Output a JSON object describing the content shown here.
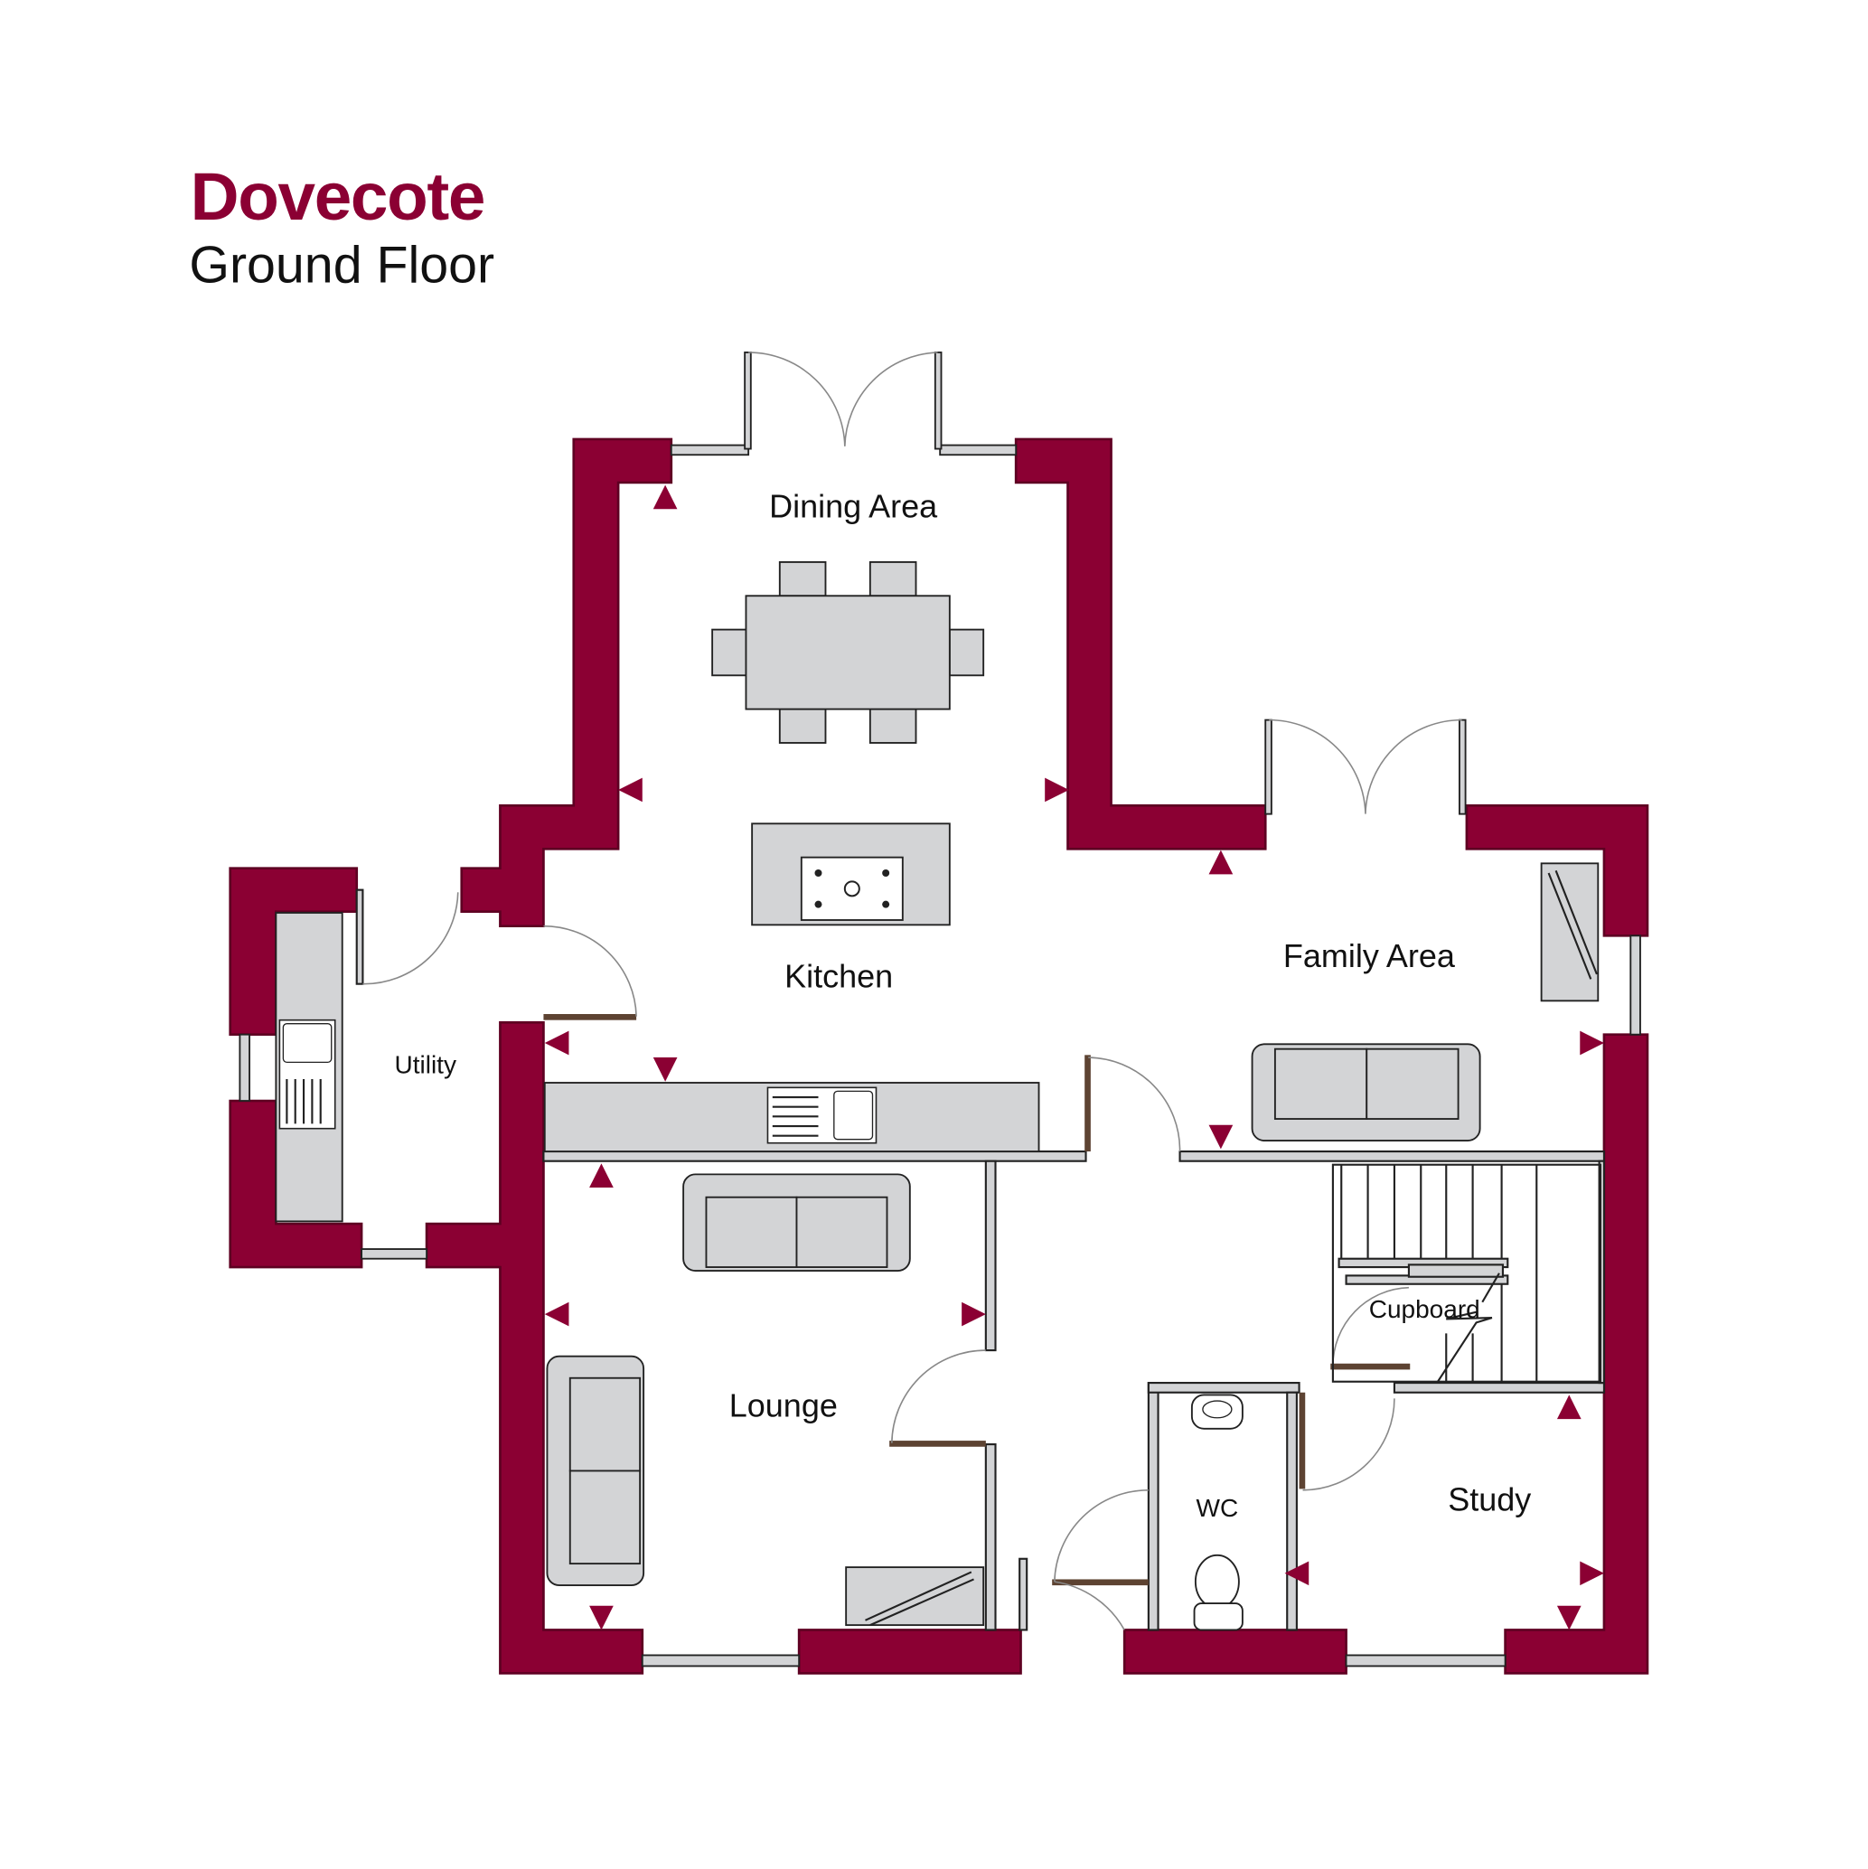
{
  "header": {
    "title": "Dovecote",
    "subtitle": "Ground Floor"
  },
  "rooms": {
    "dining": "Dining Area",
    "kitchen": "Kitchen",
    "family": "Family Area",
    "utility": "Utility",
    "lounge": "Lounge",
    "cupboard": "Cupboard",
    "wc": "WC",
    "study": "Study"
  },
  "colors": {
    "wall": "#8b0033",
    "fixture": "#d3d4d6",
    "door": "#5d4332"
  }
}
